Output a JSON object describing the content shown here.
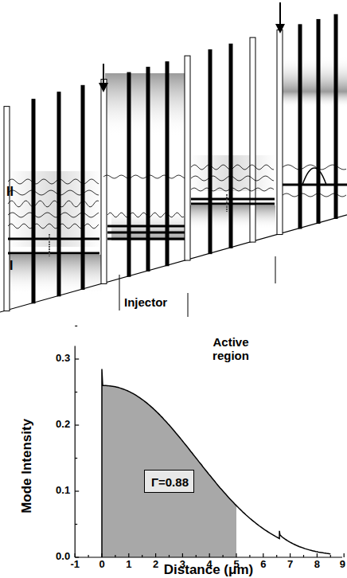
{
  "diagram": {
    "nodes": [
      {
        "text": [
          "Γ=0.88"
        ]
      }
    ],
    "labels": [
      "II",
      "I",
      "Injector",
      "Active region",
      "Mode Intensity",
      "Distance (μm)",
      "0.0",
      "0.1",
      "0.2",
      "0.3",
      "-1",
      "0",
      "1",
      "2",
      "3",
      "4",
      "5",
      "6",
      "7",
      "8",
      "9"
    ]
  }
}
